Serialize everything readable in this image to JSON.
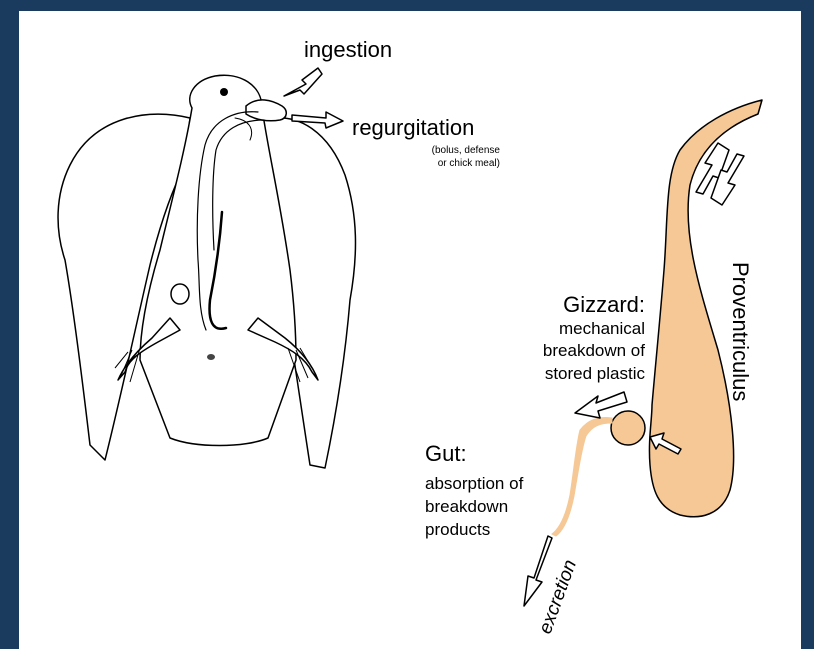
{
  "labels": {
    "ingestion": "ingestion",
    "regurgitation": "regurgitation",
    "regurgitation_note_1": "(bolus, defense",
    "regurgitation_note_2": "or chick meal)",
    "proventriculus": "Proventriculus",
    "gizzard_title": "Gizzard:",
    "gizzard_desc_1": "mechanical",
    "gizzard_desc_2": "breakdown of",
    "gizzard_desc_3": "stored plastic",
    "gut_title": "Gut:",
    "gut_desc_1": "absorption of",
    "gut_desc_2": "breakdown",
    "gut_desc_3": "products",
    "excretion": "excretion"
  },
  "colors": {
    "background_border": "#1a3a5e",
    "canvas": "#ffffff",
    "digestive_fill": "#f5c896",
    "line": "#000000"
  }
}
